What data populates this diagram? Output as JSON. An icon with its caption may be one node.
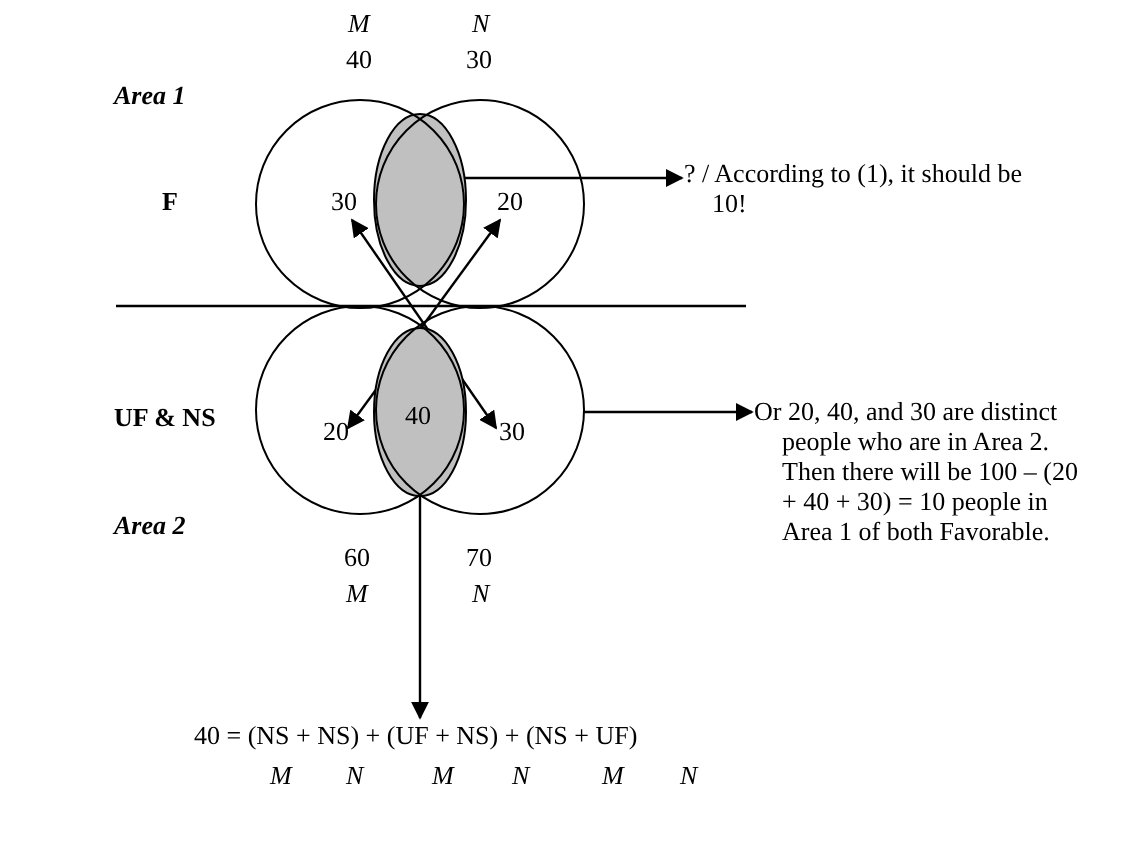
{
  "diagram": {
    "nodes": [
      {
        "text": [],
        "shape": "circle"
      },
      {
        "text": [],
        "shape": "circle"
      },
      {
        "text": [],
        "shape": "ellipse"
      },
      {
        "text": [],
        "shape": "circle"
      },
      {
        "text": [],
        "shape": "circle"
      },
      {
        "text": [],
        "shape": "ellipse"
      },
      {
        "text": [
          "? / According to (1), it should be 10!"
        ]
      },
      {
        "text": [
          "30"
        ],
        "in": 0
      },
      {
        "text": [
          "20"
        ],
        "in": 1
      },
      {
        "text": [
          "20"
        ],
        "in": 3
      },
      {
        "text": [
          "40"
        ],
        "in": 5
      },
      {
        "text": [
          "30"
        ],
        "in": 4
      },
      {
        "text": [
          "Or 20, 40, and 30 are distinct people who are in Area 2. Then there will be 100 – (20 + 40 + 30) = 10 people in Area 1 of both Favorable."
        ]
      },
      {
        "text": [
          "40 = (NS + NS) + (UF + NS) + (NS + UF)"
        ]
      }
    ],
    "edges": [
      {
        "from": 2,
        "to": 6,
        "arrow": "to"
      },
      {
        "from": 7,
        "to": 11,
        "arrow": "both"
      },
      {
        "from": 8,
        "to": 9,
        "arrow": "both"
      },
      {
        "from": 4,
        "to": 12,
        "arrow": "to"
      },
      {
        "from": 10,
        "to": 13,
        "arrow": "to"
      }
    ],
    "labels": [
      "M",
      "N",
      "40",
      "30",
      "Area 1",
      "F",
      "UF & NS",
      "Area 2",
      "60",
      "70",
      "M",
      "N",
      "M",
      "N",
      "M",
      "N",
      "M",
      "N"
    ]
  }
}
